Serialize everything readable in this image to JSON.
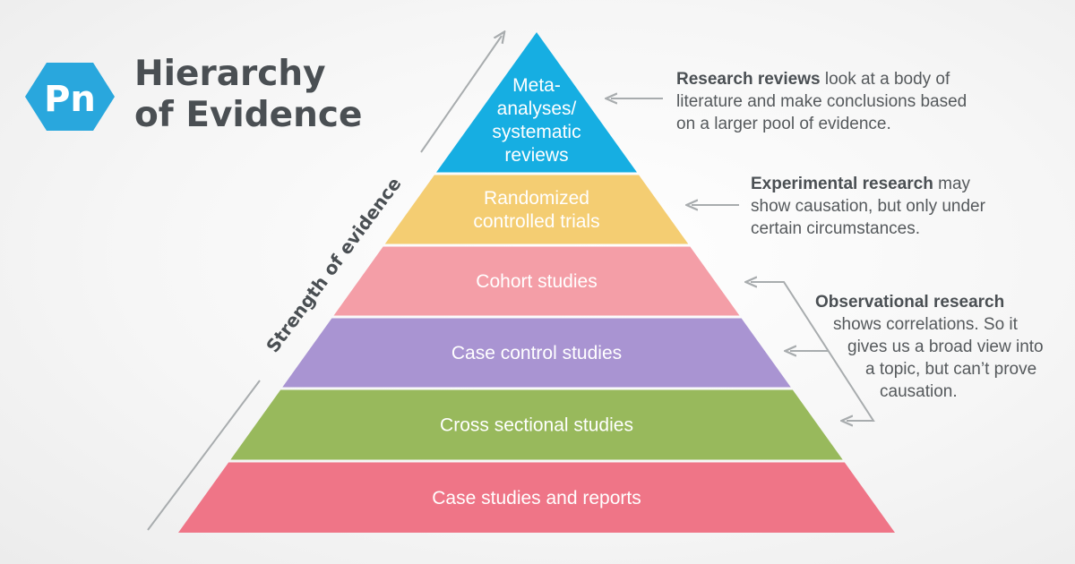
{
  "title": {
    "line1": "Hierarchy",
    "line2": "of Evidence"
  },
  "logo": {
    "text": "Pn",
    "color": "#29a7dd",
    "icon": "hexagon-logo-icon"
  },
  "axis_label": "Strength of evidence",
  "pyramid": {
    "tiers": [
      {
        "lines": [
          "Meta-",
          "analyses/",
          "systematic",
          "reviews"
        ],
        "color": "#16aee2"
      },
      {
        "lines": [
          "Randomized",
          "controlled trials"
        ],
        "color": "#f4cd72"
      },
      {
        "lines": [
          "Cohort studies"
        ],
        "color": "#f49ea7"
      },
      {
        "lines": [
          "Case control studies"
        ],
        "color": "#a994d2"
      },
      {
        "lines": [
          "Cross sectional studies"
        ],
        "color": "#98b95c"
      },
      {
        "lines": [
          "Case studies and reports"
        ],
        "color": "#ef7587"
      }
    ]
  },
  "annotations": {
    "research_reviews": {
      "bold": "Research reviews",
      "line1_rest": " look at a body of",
      "line2": "literature and make conclusions based",
      "line3": "on a larger pool of evidence."
    },
    "experimental": {
      "bold": "Experimental research",
      "line1_rest": " may",
      "line2": "show causation, but only under",
      "line3": "certain circumstances."
    },
    "observational": {
      "bold": "Observational research",
      "line2": "shows correlations. So it",
      "line3": "gives us a broad view into",
      "line4": "a topic, but can’t prove",
      "line5": "causation."
    }
  },
  "colors": {
    "arrow": "#a8acae",
    "title_text": "#4a4f53",
    "note_text": "#55595c",
    "tier_text": "#ffffff",
    "axis_text": "#4a4f53"
  }
}
